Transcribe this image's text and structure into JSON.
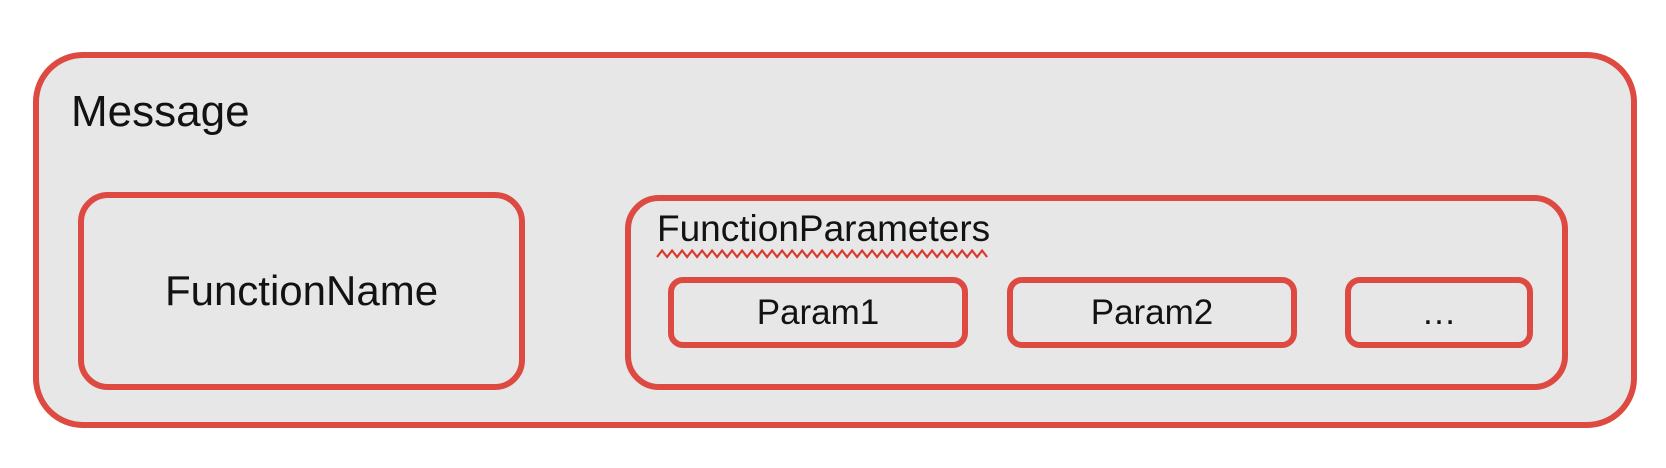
{
  "colors": {
    "border_red": "#dd4a41",
    "squiggle_red": "#da392e",
    "box_fill": "#e7e7e7",
    "text": "#121212",
    "page_bg": "#ffffff"
  },
  "diagram": {
    "message": {
      "label": "Message"
    },
    "function_name": {
      "label": "FunctionName"
    },
    "function_parameters": {
      "label": "FunctionParameters",
      "params": [
        {
          "label": "Param1"
        },
        {
          "label": "Param2"
        },
        {
          "label": "…"
        }
      ]
    }
  }
}
